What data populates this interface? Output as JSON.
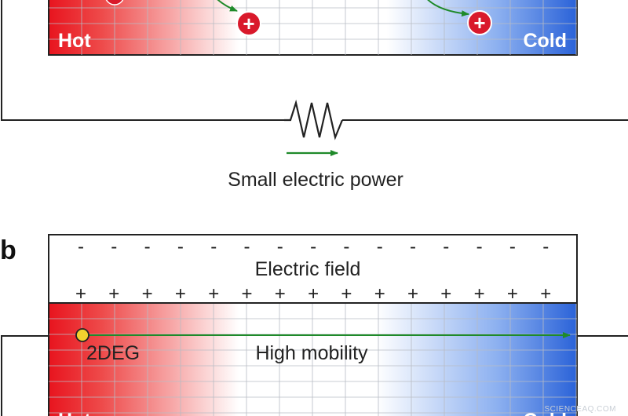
{
  "panel_a": {
    "hot_label": "Hot",
    "cold_label": "Cold",
    "carrier_symbol": "+",
    "caption": "Small electric power"
  },
  "panel_b": {
    "panel_letter": "b",
    "field_label": "Electric field",
    "top_charge": "-",
    "bottom_charge": "+",
    "carrier_label": "2DEG",
    "mobility_label": "High mobility",
    "hot_label": "Hot",
    "cold_label": "Cold"
  },
  "watermark": "SCIENCEAQ.COM",
  "colors": {
    "hot": "#e8141e",
    "cold": "#2a62d8",
    "arrow": "#1f8a2a",
    "carrier_fill": "#d9192b",
    "electron_fill": "#f1d22e"
  }
}
